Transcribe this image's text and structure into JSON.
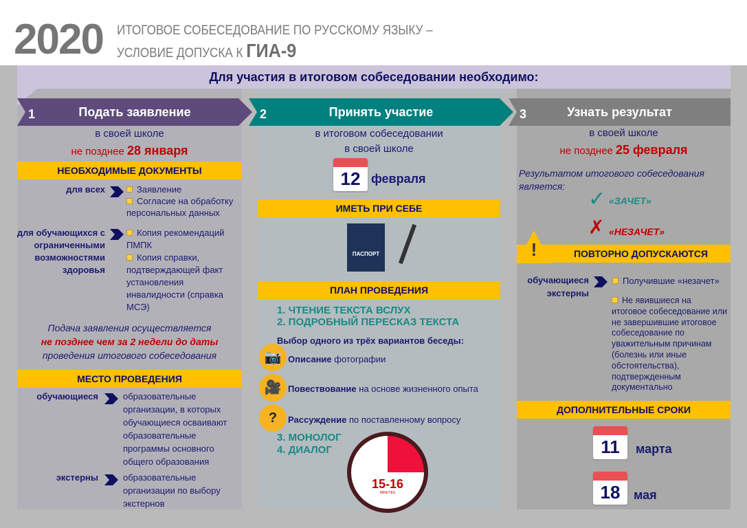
{
  "header": {
    "year": "2020",
    "line1": "ИТОГОВОЕ СОБЕСЕДОВАНИЕ ПО РУССКОМУ ЯЗЫКУ –",
    "line2": "УСЛОВИЕ ДОПУСКА К",
    "line2_bold": "ГИА-9"
  },
  "banner": "Для участия в итоговом собеседовании необходимо:",
  "steps": [
    {
      "num": "1",
      "title": "Подать заявление",
      "color": "#5f4a7c"
    },
    {
      "num": "2",
      "title": "Принять участие",
      "color": "#00807f"
    },
    {
      "num": "3",
      "title": "Узнать результат",
      "color": "#7f7f7f"
    }
  ],
  "col1": {
    "where": "в своей школе",
    "deadline_prefix": "не позднее",
    "deadline": "28 января",
    "docs_title": "НЕОБХОДИМЫЕ ДОКУМЕНТЫ",
    "docs": [
      {
        "who": "для всех",
        "items": [
          "Заявление",
          "Согласие на обработку персональных данных"
        ]
      },
      {
        "who": "для обучающихся с ограниченными возможностями здоровья",
        "items": [
          "Копия рекомендаций ПМПК",
          "Копия справки, подтверждающей факт установления инвалидности (справка МСЭ)"
        ]
      }
    ],
    "note1": "Подача заявления осуществляется",
    "note2": "не позднее чем за 2 недели до даты",
    "note3": "проведения итогового собеседования",
    "place_title": "МЕСТО ПРОВЕДЕНИЯ",
    "places": [
      {
        "who": "обучающиеся",
        "what": "образовательные организации, в которых обучающиеся осваивают образовательные программы основного общего образования"
      },
      {
        "who": "экстерны",
        "what": "образовательные организации по выбору экстернов"
      }
    ]
  },
  "col2": {
    "line1": "в итоговом собеседовании",
    "line2": "в своей школе",
    "day": "12",
    "month": "февраля",
    "bring_title": "ИМЕТЬ ПРИ СЕБЕ",
    "passport": "ПАСПОРТ",
    "plan_title": "ПЛАН ПРОВЕДЕНИЯ",
    "plan1": "1.  ЧТЕНИЕ ТЕКСТА ВСЛУХ",
    "plan2": "2. ПОДРОБНЫЙ ПЕРЕСКАЗ ТЕКСТА",
    "choice": "Выбор одного из трёх вариантов беседы:",
    "options": [
      {
        "bold": "Описание",
        "rest": " фотографии"
      },
      {
        "bold": "Повествование",
        "rest": " на основе жизненного опыта"
      },
      {
        "bold": "Рассуждение",
        "rest": " по поставленному вопросу"
      }
    ],
    "plan3": "3. МОНОЛОГ",
    "plan4": "4. ДИАЛОГ",
    "timer": "15-16",
    "timer_unit": "MINUTES"
  },
  "col3": {
    "where": "в своей школе",
    "deadline_prefix": "не позднее",
    "deadline": "25 февраля",
    "result_intro": "Результатом итогового собеседования является:",
    "pass": "«ЗАЧЕТ»",
    "fail": "«НЕЗАЧЕТ»",
    "retake_title": "ПОВТОРНО ДОПУСКАЮТСЯ",
    "who1": "обучающиеся",
    "who2": "экстерны",
    "items": [
      "Получившие «незачет»",
      "Не явившиеся на итоговое собеседование или не завершившие итоговое собеседование по уважительным причинам (болезнь или иные обстоятельства), подтвержденным документально"
    ],
    "extra_title": "ДОПОЛНИТЕЛЬНЫЕ СРОКИ",
    "dates": [
      {
        "day": "11",
        "month": "марта"
      },
      {
        "day": "18",
        "month": "мая"
      }
    ]
  }
}
